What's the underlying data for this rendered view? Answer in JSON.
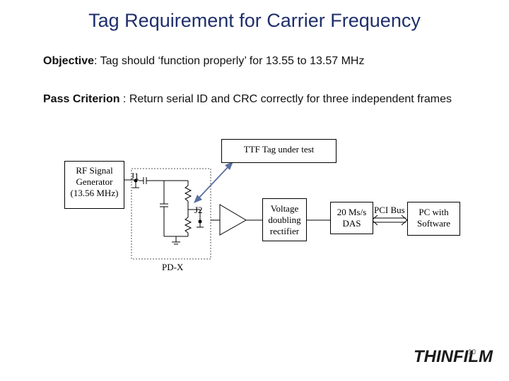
{
  "slide": {
    "title": "Tag Requirement for Carrier Frequency",
    "objective_label": "Objective",
    "objective_text": ": Tag should ‘function properly’ for 13.55 to 13.57 MHz",
    "criterion_label": "Pass Criterion",
    "criterion_text": " : Return serial ID and CRC correctly for three independent frames"
  },
  "diagram": {
    "ttf_box": "TTF Tag under test",
    "rf_box": "RF Signal Generator (13.56 MHz)",
    "j1": "J1",
    "j2": "J2",
    "pdx": "PD-X",
    "rectifier": "Voltage doubling rectifier",
    "das": "20 Ms/s DAS",
    "pci": "PCI Bus",
    "pc": "PC with Software"
  },
  "logo": {
    "text": "THINFILM",
    "page": "10"
  },
  "colors": {
    "title": "#1f2f6b",
    "arrow": "#5a6fa0"
  }
}
